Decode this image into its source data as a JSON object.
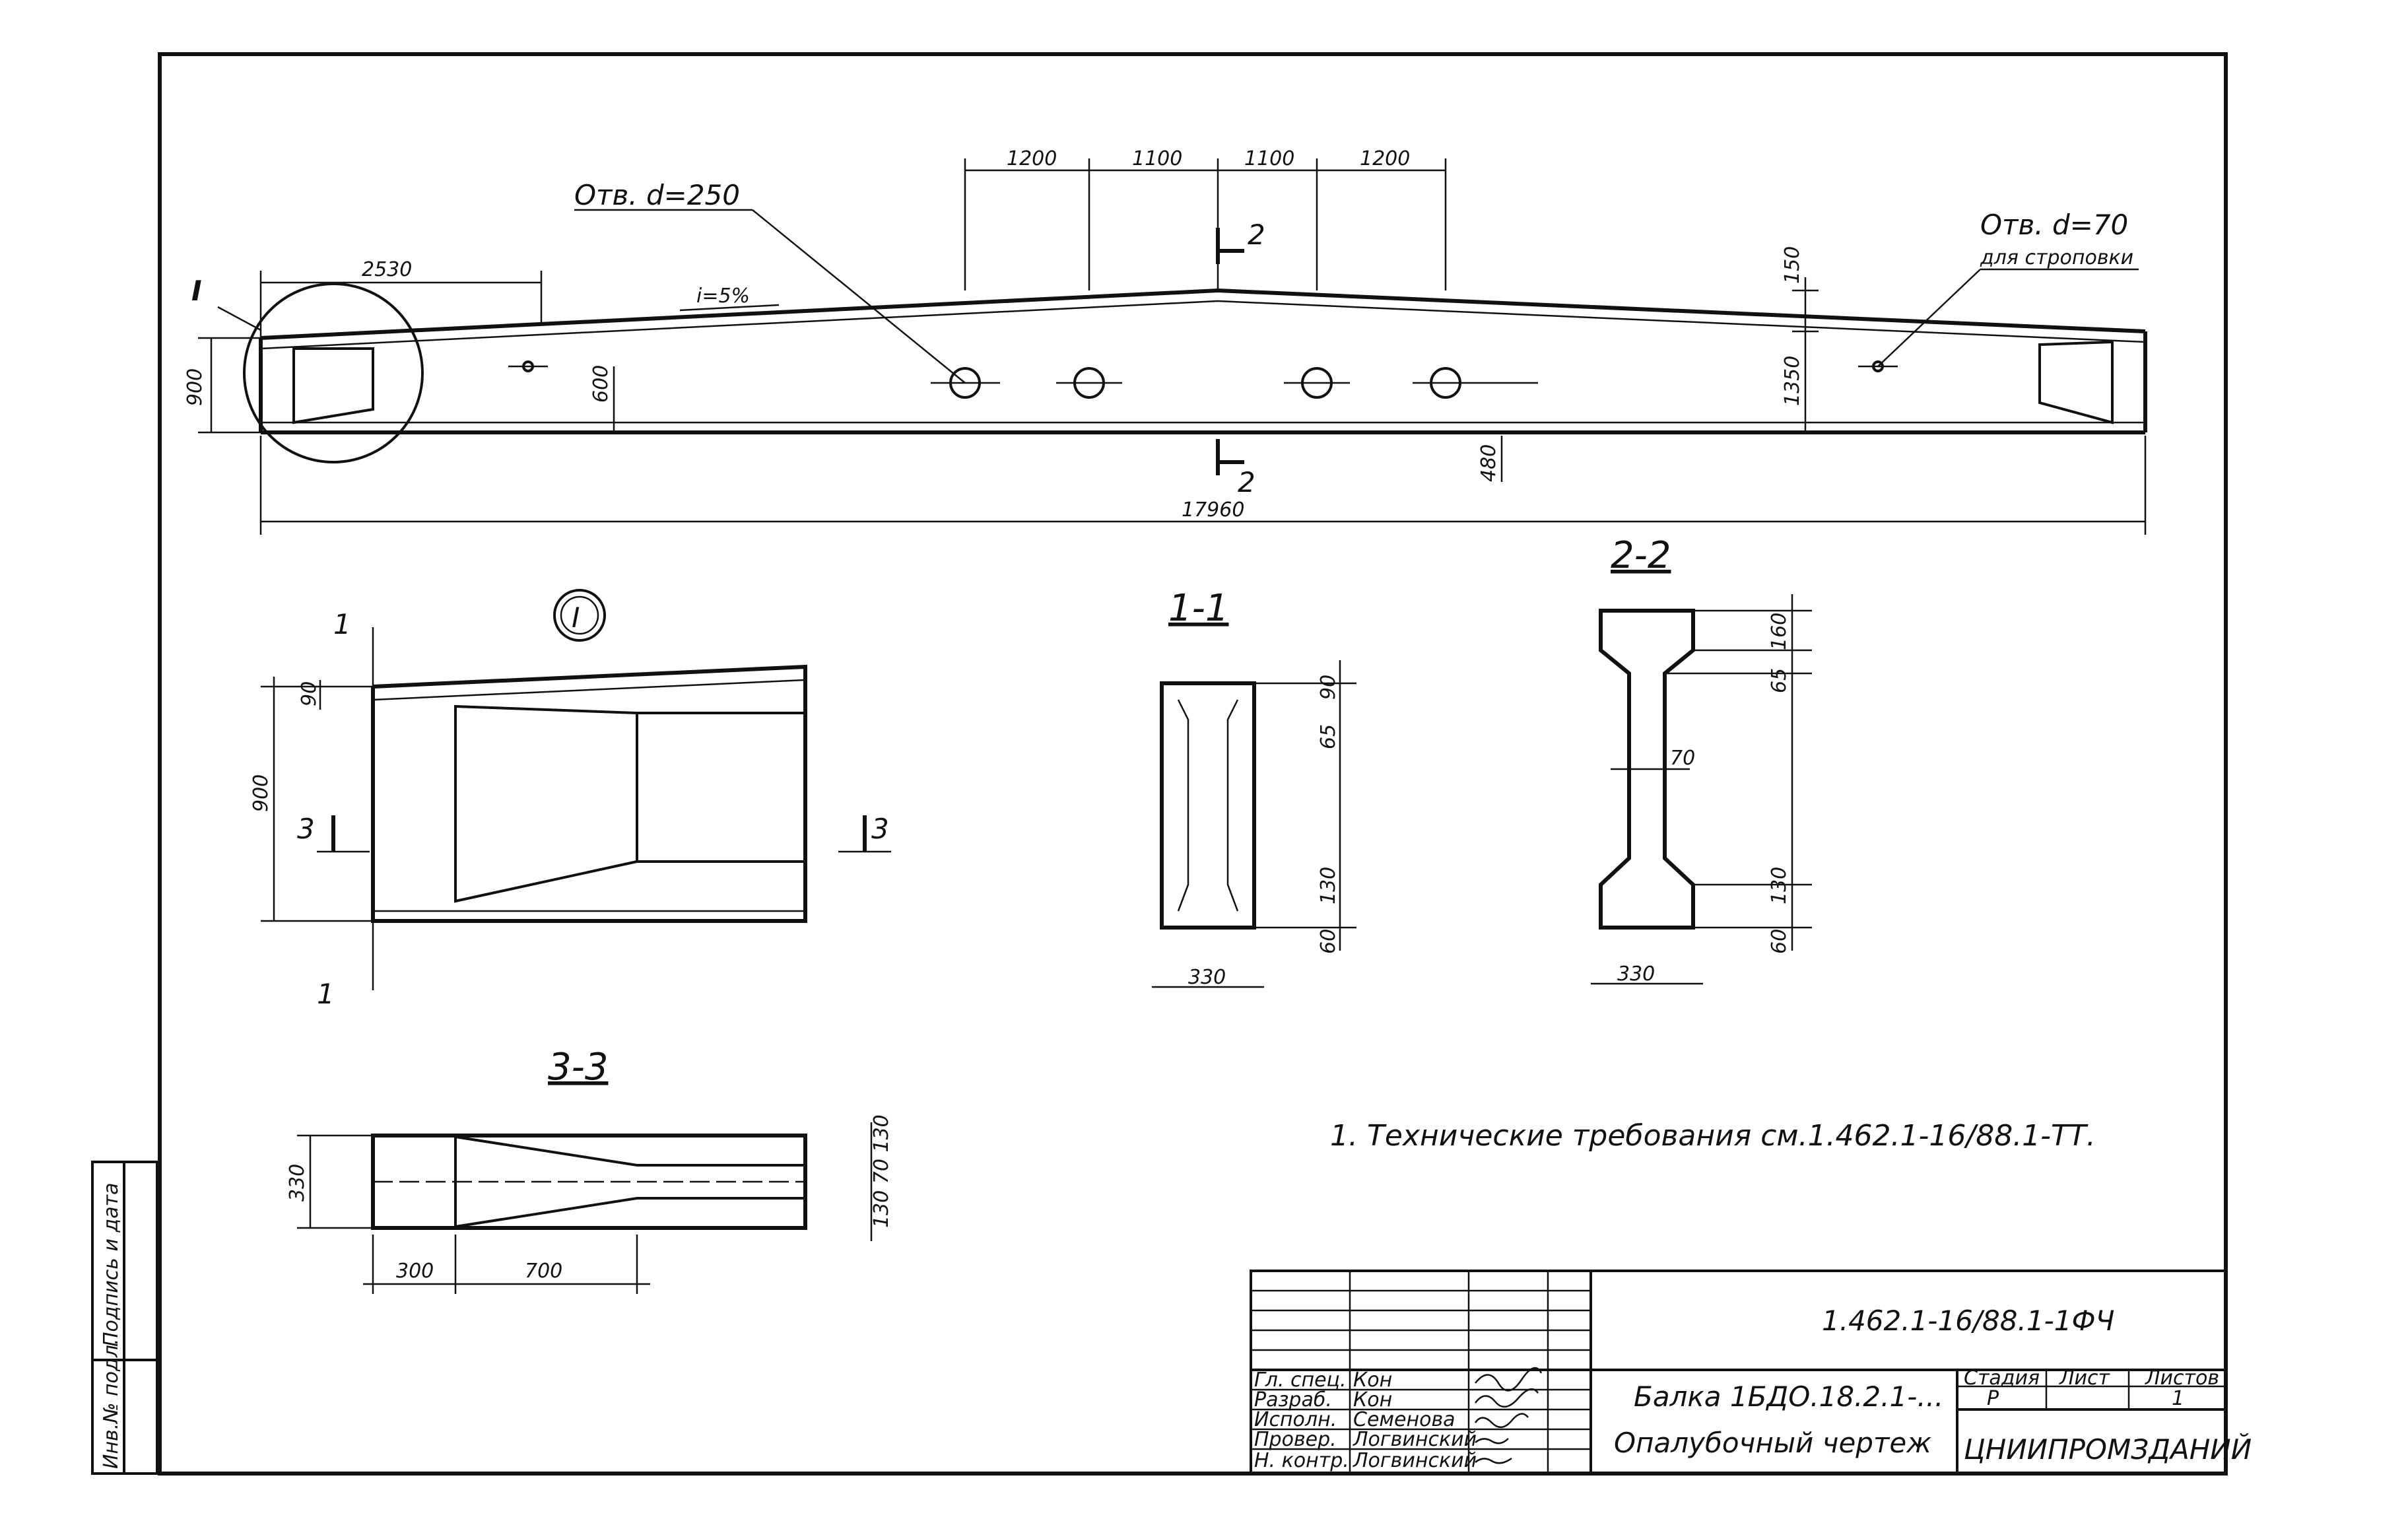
{
  "colors": {
    "ink": "#111111",
    "paper": "#ffffff"
  },
  "main_view": {
    "hole_label": "Отв. d=250",
    "sling_hole_label_1": "Отв. d=70",
    "sling_hole_label_2": "для строповки",
    "slope": "i=5%",
    "node_marker": "I",
    "section_mark": "2",
    "dims": {
      "top_1": "1200",
      "top_2": "1100",
      "top_3": "1100",
      "top_4": "1200",
      "end_len": "2530",
      "left_height": "900",
      "hole_height": "600",
      "mid_gap": "150",
      "right_height": "1350",
      "bottom_offset": "480",
      "total_length": "17960"
    }
  },
  "detail_I": {
    "title": "I",
    "cut_1": "1",
    "cut_3": "3",
    "dims": {
      "top": "90",
      "height": "900"
    }
  },
  "section_1_1": {
    "title": "1-1",
    "dims": {
      "d1": "90",
      "d2": "65",
      "d3": "130",
      "d4": "60",
      "width": "330"
    }
  },
  "section_2_2": {
    "title": "2-2",
    "dims": {
      "d1": "160",
      "d2": "65",
      "web": "70",
      "d3": "130",
      "d4": "60",
      "width": "330"
    }
  },
  "section_3_3": {
    "title": "3-3",
    "dims": {
      "height": "330",
      "d1": "300",
      "d2": "700",
      "right": "130 70 130"
    }
  },
  "note": "1. Технические требования см.1.462.1-16/88.1-ТТ.",
  "side_stamp": {
    "col1": "Подпись и дата",
    "col2": "Инв.№ подл."
  },
  "title_block": {
    "code": "1.462.1-16/88.1-1ФЧ",
    "name_line1": "Балка 1БДО.18.2.1-...",
    "name_line2": "Опалубочный чертеж",
    "stage_header": "Стадия",
    "sheet_header": "Лист",
    "sheets_header": "Листов",
    "stage": "Р",
    "sheets_count": "1",
    "org": "ЦНИИПРОМЗДАНИЙ",
    "roles": [
      "Гл. спец.",
      "Разраб.",
      "Исполн.",
      "Провер.",
      "Н. контр."
    ],
    "names": [
      "Кон",
      "Кон",
      "Семенова",
      "Логвинский",
      "Логвинский"
    ]
  }
}
